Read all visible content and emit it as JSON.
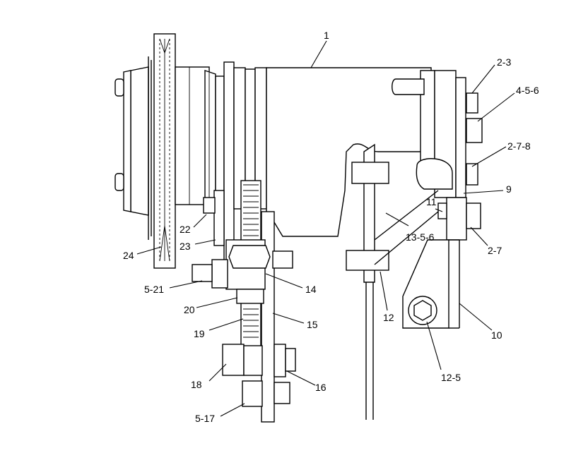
{
  "callouts": [
    {
      "id": "c1",
      "label": "1"
    },
    {
      "id": "c2",
      "label": "2-3"
    },
    {
      "id": "c3",
      "label": "4-5-6"
    },
    {
      "id": "c4",
      "label": "2-7-8"
    },
    {
      "id": "c5",
      "label": "9"
    },
    {
      "id": "c6",
      "label": "11"
    },
    {
      "id": "c7",
      "label": "2-7"
    },
    {
      "id": "c8",
      "label": "13-5-6"
    },
    {
      "id": "c9",
      "label": "22"
    },
    {
      "id": "c10",
      "label": "23"
    },
    {
      "id": "c11",
      "label": "24"
    },
    {
      "id": "c12",
      "label": "5-21"
    },
    {
      "id": "c13",
      "label": "14"
    },
    {
      "id": "c14",
      "label": "20"
    },
    {
      "id": "c15",
      "label": "15"
    },
    {
      "id": "c16",
      "label": "19"
    },
    {
      "id": "c17",
      "label": "12"
    },
    {
      "id": "c18",
      "label": "10"
    },
    {
      "id": "c19",
      "label": "12-5"
    },
    {
      "id": "c20",
      "label": "18"
    },
    {
      "id": "c21",
      "label": "16"
    },
    {
      "id": "c22",
      "label": "5-17"
    }
  ]
}
